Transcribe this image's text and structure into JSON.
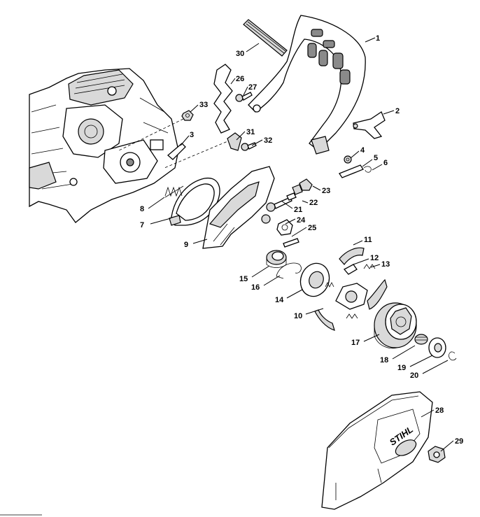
{
  "diagram": {
    "callouts": [
      {
        "id": "c1",
        "text": "1"
      },
      {
        "id": "c2",
        "text": "2"
      },
      {
        "id": "c3",
        "text": "3"
      },
      {
        "id": "c4",
        "text": "4"
      },
      {
        "id": "c5",
        "text": "5"
      },
      {
        "id": "c6",
        "text": "6"
      },
      {
        "id": "c7",
        "text": "7"
      },
      {
        "id": "c8",
        "text": "8"
      },
      {
        "id": "c9",
        "text": "9"
      },
      {
        "id": "c10",
        "text": "10"
      },
      {
        "id": "c11",
        "text": "11"
      },
      {
        "id": "c12",
        "text": "12"
      },
      {
        "id": "c13",
        "text": "13"
      },
      {
        "id": "c14",
        "text": "14"
      },
      {
        "id": "c15",
        "text": "15"
      },
      {
        "id": "c16",
        "text": "16"
      },
      {
        "id": "c17",
        "text": "17"
      },
      {
        "id": "c18",
        "text": "18"
      },
      {
        "id": "c19",
        "text": "19"
      },
      {
        "id": "c20",
        "text": "20"
      },
      {
        "id": "c21",
        "text": "21"
      },
      {
        "id": "c22",
        "text": "22"
      },
      {
        "id": "c23",
        "text": "23"
      },
      {
        "id": "c24",
        "text": "24"
      },
      {
        "id": "c25",
        "text": "25"
      },
      {
        "id": "c26",
        "text": "26"
      },
      {
        "id": "c27",
        "text": "27"
      },
      {
        "id": "c28",
        "text": "28"
      },
      {
        "id": "c29",
        "text": "29"
      },
      {
        "id": "c30",
        "text": "30"
      },
      {
        "id": "c31",
        "text": "31"
      },
      {
        "id": "c32",
        "text": "32"
      },
      {
        "id": "c33",
        "text": "33"
      }
    ],
    "cover_logo": "STIHL"
  }
}
